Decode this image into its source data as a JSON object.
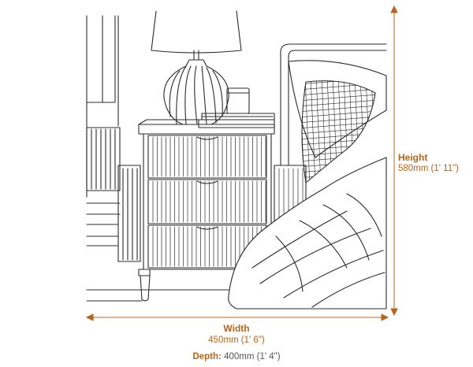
{
  "colors": {
    "accent": "#b5651d",
    "line": "#2b2b2b",
    "text": "#555555"
  },
  "dimensions": {
    "height": {
      "label": "Height",
      "value": "580mm (1' 11\")"
    },
    "width": {
      "label": "Width",
      "value": "450mm (1' 6\")"
    },
    "depth": {
      "label": "Depth:",
      "value": "400mm (1' 4\")"
    }
  },
  "icons": {
    "measure_arrow": "double-arrow-line"
  }
}
